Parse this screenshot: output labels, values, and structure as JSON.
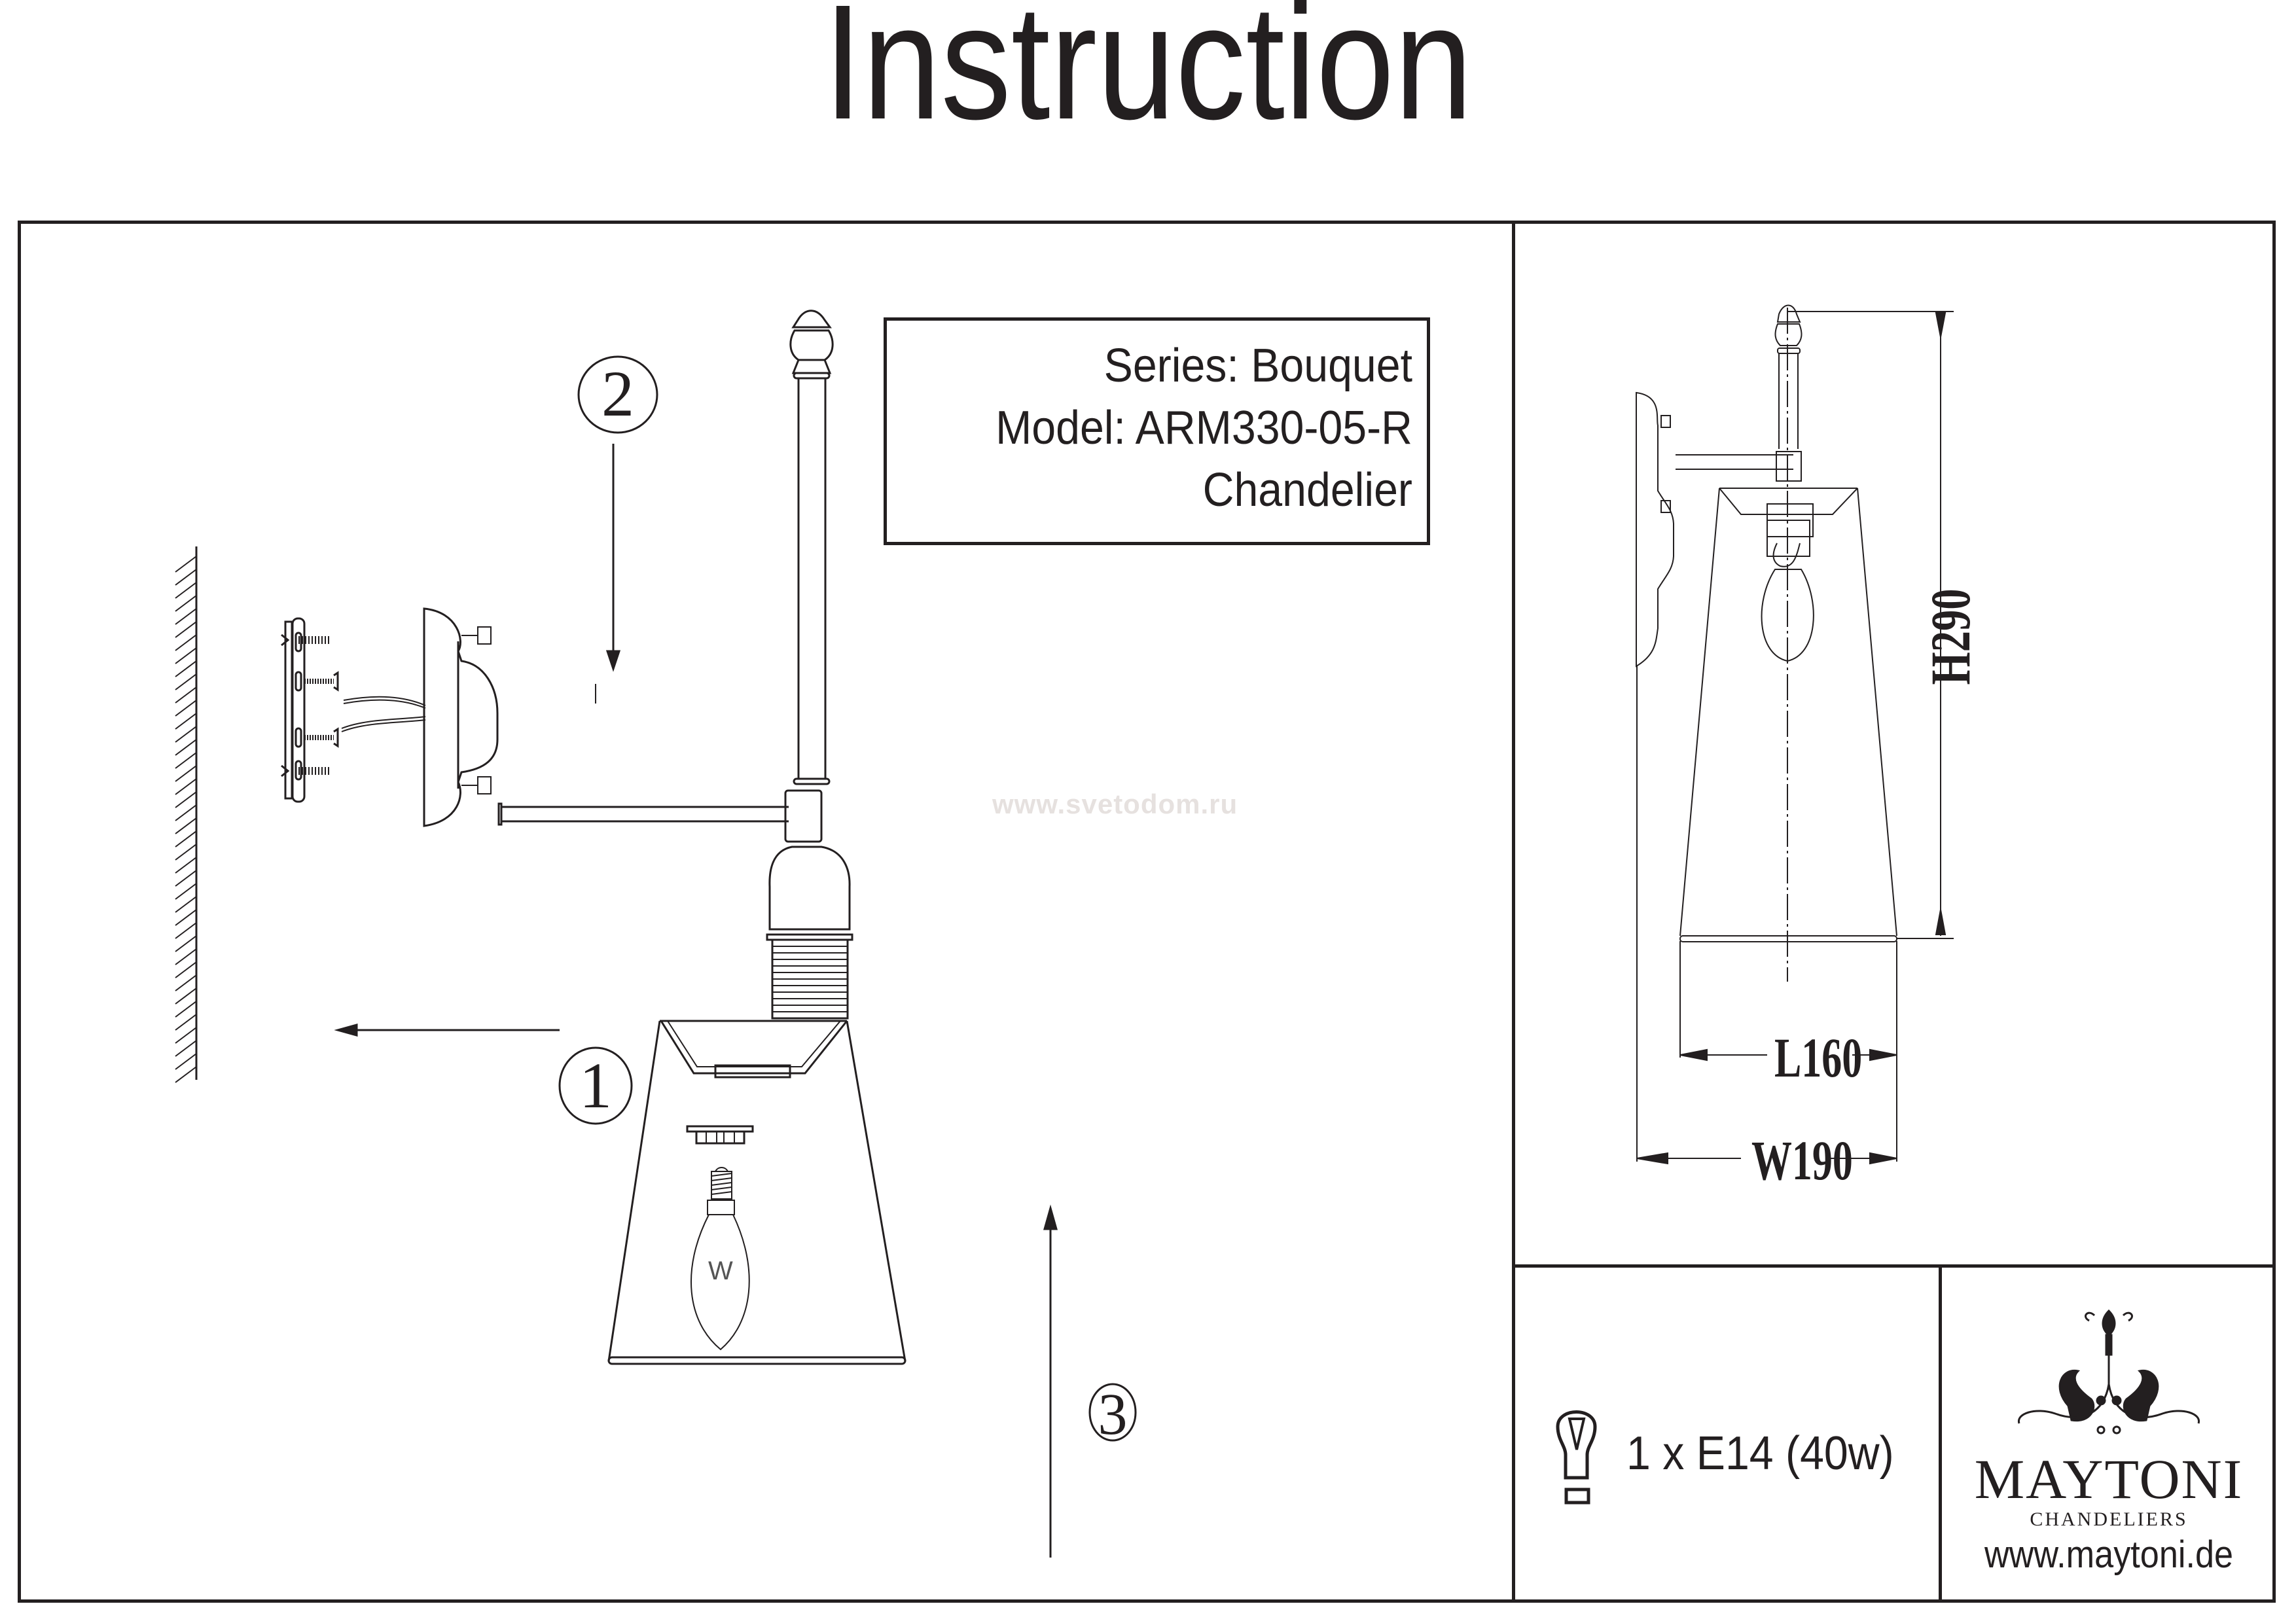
{
  "header": {
    "title": "Instruction"
  },
  "product_info": {
    "series": "Series: Bouquet",
    "model": "Model: ARM330-05-R",
    "type": "Chandelier"
  },
  "watermark": "www.svetodom.ru",
  "assembly_steps": [
    {
      "number": "1"
    },
    {
      "number": "2"
    },
    {
      "number": "3"
    }
  ],
  "bulb_marking": "W",
  "dimensions": {
    "height": "H290",
    "length": "L160",
    "width": "W190"
  },
  "lamp_spec": {
    "text": "1 x E14 (40w)",
    "icon": "light-bulb-icon"
  },
  "brand": {
    "name": "MAYTONI",
    "subtitle": "CHANDELIERS",
    "website": "www.maytoni.de",
    "icon": "ornament-logo-icon"
  },
  "colors": {
    "ink": "#231f20",
    "watermark": "#e6e1df",
    "background": "#ffffff"
  }
}
